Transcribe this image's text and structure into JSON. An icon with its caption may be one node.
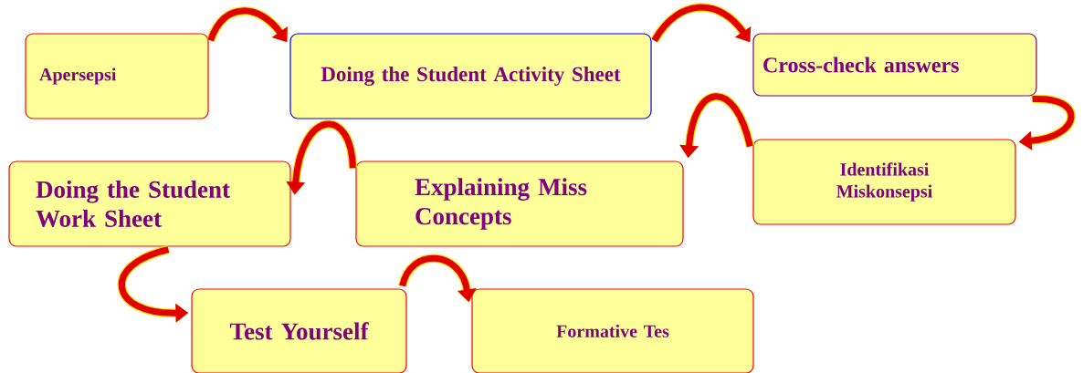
{
  "diagram": {
    "nodes": [
      {
        "text": [
          "Apersepsi"
        ]
      },
      {
        "text": [
          "Doing the Student Activity Sheet"
        ]
      },
      {
        "text": [
          "Cross-check answers"
        ]
      },
      {
        "text": [
          "Identifikasi Miskonsepsi"
        ]
      },
      {
        "text": [
          "Explaining Miss Concepts"
        ]
      },
      {
        "text": [
          "Doing the Student Work Sheet"
        ]
      },
      {
        "text": [
          "Test Yourself"
        ]
      },
      {
        "text": [
          "Formative Tes"
        ]
      }
    ],
    "edges": [
      {
        "from": 0,
        "to": 1,
        "arrow": "to"
      },
      {
        "from": 1,
        "to": 2,
        "arrow": "to"
      },
      {
        "from": 2,
        "to": 3,
        "arrow": "to"
      },
      {
        "from": 3,
        "to": 4,
        "arrow": "to"
      },
      {
        "from": 4,
        "to": 5,
        "arrow": "to"
      },
      {
        "from": 5,
        "to": 6,
        "arrow": "to"
      },
      {
        "from": 6,
        "to": 7,
        "arrow": "to"
      }
    ]
  }
}
